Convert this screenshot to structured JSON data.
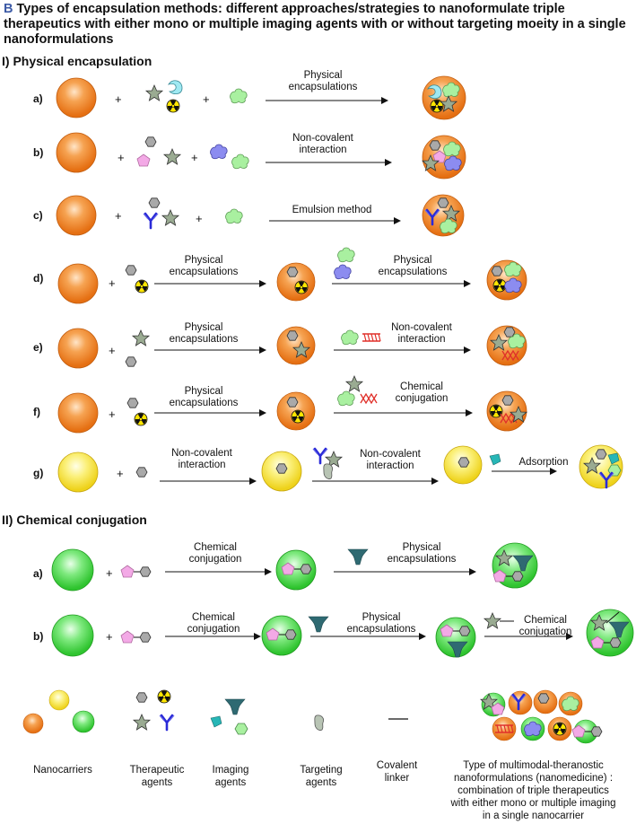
{
  "title": {
    "letter": "B",
    "text": "Types of encapsulation methods: different approaches/strategies to  nanoformulate triple therapeutics with either mono or multiple imaging agents with or without targeting moeity in a single nanoformulations"
  },
  "sections": {
    "physical": "I) Physical encapsulation",
    "chemical": "II) Chemical conjugation"
  },
  "rows": {
    "a": "a)",
    "b": "b)",
    "c": "c)",
    "d": "d)",
    "e": "e)",
    "f": "f)",
    "g": "g)"
  },
  "plus": "+",
  "arrows": {
    "ia": "Physical\nencapsulations",
    "ib": "Non-covalent\ninteraction",
    "ic": "Emulsion method",
    "id1": "Physical\nencapsulations",
    "id2": "Physical\nencapsulations",
    "ie1": "Physical\nencapsulations",
    "ie2": "Non-covalent\ninteraction",
    "if1": "Physical\nencapsulations",
    "if2": "Chemical\nconjugation",
    "ig1": "Non-covalent\ninteraction",
    "ig2": "Non-covalent\ninteraction",
    "ig3": "Adsorption",
    "iia1": "Chemical\nconjugation",
    "iia2": "Physical\nencapsulations",
    "iib1": "Chemical\nconjugation",
    "iib2": "Physical\nencapsulations",
    "iib3": "Chemical\nconjugation"
  },
  "legend": {
    "nanocarriers": "Nanocarriers",
    "therapeutic": "Therapeutic\nagents",
    "imaging": "Imaging\nagents",
    "targeting": "Targeting\nagents",
    "linker": "Covalent\nlinker",
    "multimodal": "Type of multimodal-theranostic\nnanoformulations (nanomedicine) :\ncombination of triple therapeutics\nwith either mono or multiple imaging\nin a single nanocarrier"
  },
  "colors": {
    "orange": "#f08a2a",
    "yellow": "#f7e23a",
    "green": "#4ad64a",
    "star": "#9aab92",
    "hexagon": "#a9a9a9",
    "pink": "#f3a9e6",
    "cyan": "#9fe9f2",
    "lightgreen": "#a9f0a0",
    "blue": "#8c8cf0",
    "antibody": "#2a2ad8",
    "teal": "#2f6a72",
    "red": "#e0302a",
    "radiation": "#ffe600"
  }
}
